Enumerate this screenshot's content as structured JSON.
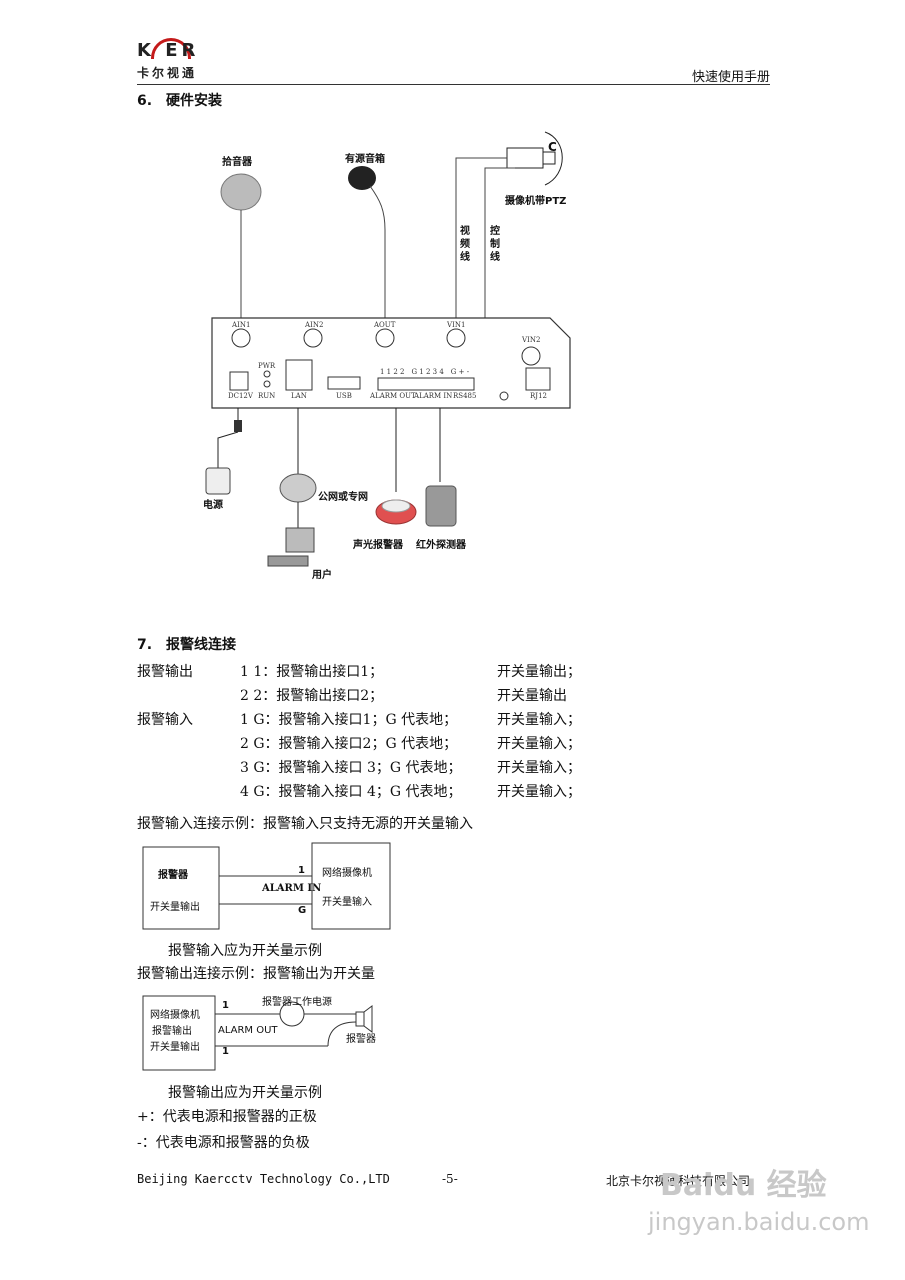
{
  "header": {
    "logo_top": "K ER",
    "logo_cn": "卡尔视通",
    "right_title": "快速使用手册"
  },
  "section6": {
    "title": "6.　硬件安装",
    "diagram": {
      "mic": "拾音器",
      "speaker": "有源音箱",
      "camera": "摄像机带PTZ",
      "camera_c": "C",
      "video_line": "视频线",
      "control_line": "控制线",
      "ports": {
        "ain1": "AIN1",
        "ain2": "AIN2",
        "aout": "AOUT",
        "vin1": "VIN1",
        "vin2": "VIN2",
        "pwr": "PWR",
        "run": "RUN",
        "dc12v": "DC12V",
        "lan": "LAN",
        "usb": "USB",
        "alarm_out": "ALARM OUT",
        "alarm_in": "ALARM IN",
        "rs485": "RS485",
        "rj12": "RJ12",
        "terminal_top": "1 1 2 2　G 1 2 3 4　G + -"
      },
      "power": "电源",
      "network": "公网或专网",
      "user": "用户",
      "siren": "声光报警器",
      "ir": "红外探测器"
    }
  },
  "section7": {
    "title": "7.　报警线连接",
    "rows": [
      {
        "group": "报警输出",
        "desc": "1 1：报警输出接口1；",
        "type": "开关量输出；"
      },
      {
        "group": "",
        "desc": "2 2：报警输出接口2；",
        "type": "开关量输出"
      },
      {
        "group": "报警输入",
        "desc": "1 G：报警输入接口1；G 代表地；",
        "type": "开关量输入；"
      },
      {
        "group": "",
        "desc": "2 G：报警输入接口2；G 代表地；",
        "type": "开关量输入；"
      },
      {
        "group": "",
        "desc": "3 G：报警输入接口 3；G 代表地；",
        "type": "开关量输入；"
      },
      {
        "group": "",
        "desc": "4 G：报警输入接口 4；G 代表地；",
        "type": "开关量输入；"
      }
    ],
    "input_example_title": "报警输入连接示例：报警输入只支持无源的开关量输入",
    "input_diag": {
      "left_line1": "报警器",
      "left_line2": "开关量输出",
      "right_line1": "网络摄像机",
      "right_line2": "开关量输入",
      "pin1": "1",
      "pinG": "G",
      "alarm_in": "ALARM IN"
    },
    "input_caption": "报警输入应为开关量示例",
    "output_example_title": "报警输出连接示例：报警输出为开关量",
    "output_diag": {
      "left_line1": "网络摄像机",
      "left_line2": "报警输出",
      "left_line3": "开关量输出",
      "pin_top": "1",
      "pin_bottom": "1",
      "alarm_out": "ALARM OUT",
      "psu": "报警器工作电源",
      "siren": "报警器"
    },
    "output_caption": "报警输出应为开关量示例",
    "note_plus": "+：代表电源和报警器的正极",
    "note_minus": "-：代表电源和报警器的负极"
  },
  "footer": {
    "left": "Beijing Kaercctv Technology Co.,LTD",
    "page": "-5-",
    "right": "北京卡尔视通科技有限公司"
  },
  "watermark": {
    "brand": "Baidu 经验",
    "url": "jingyan.baidu.com"
  }
}
